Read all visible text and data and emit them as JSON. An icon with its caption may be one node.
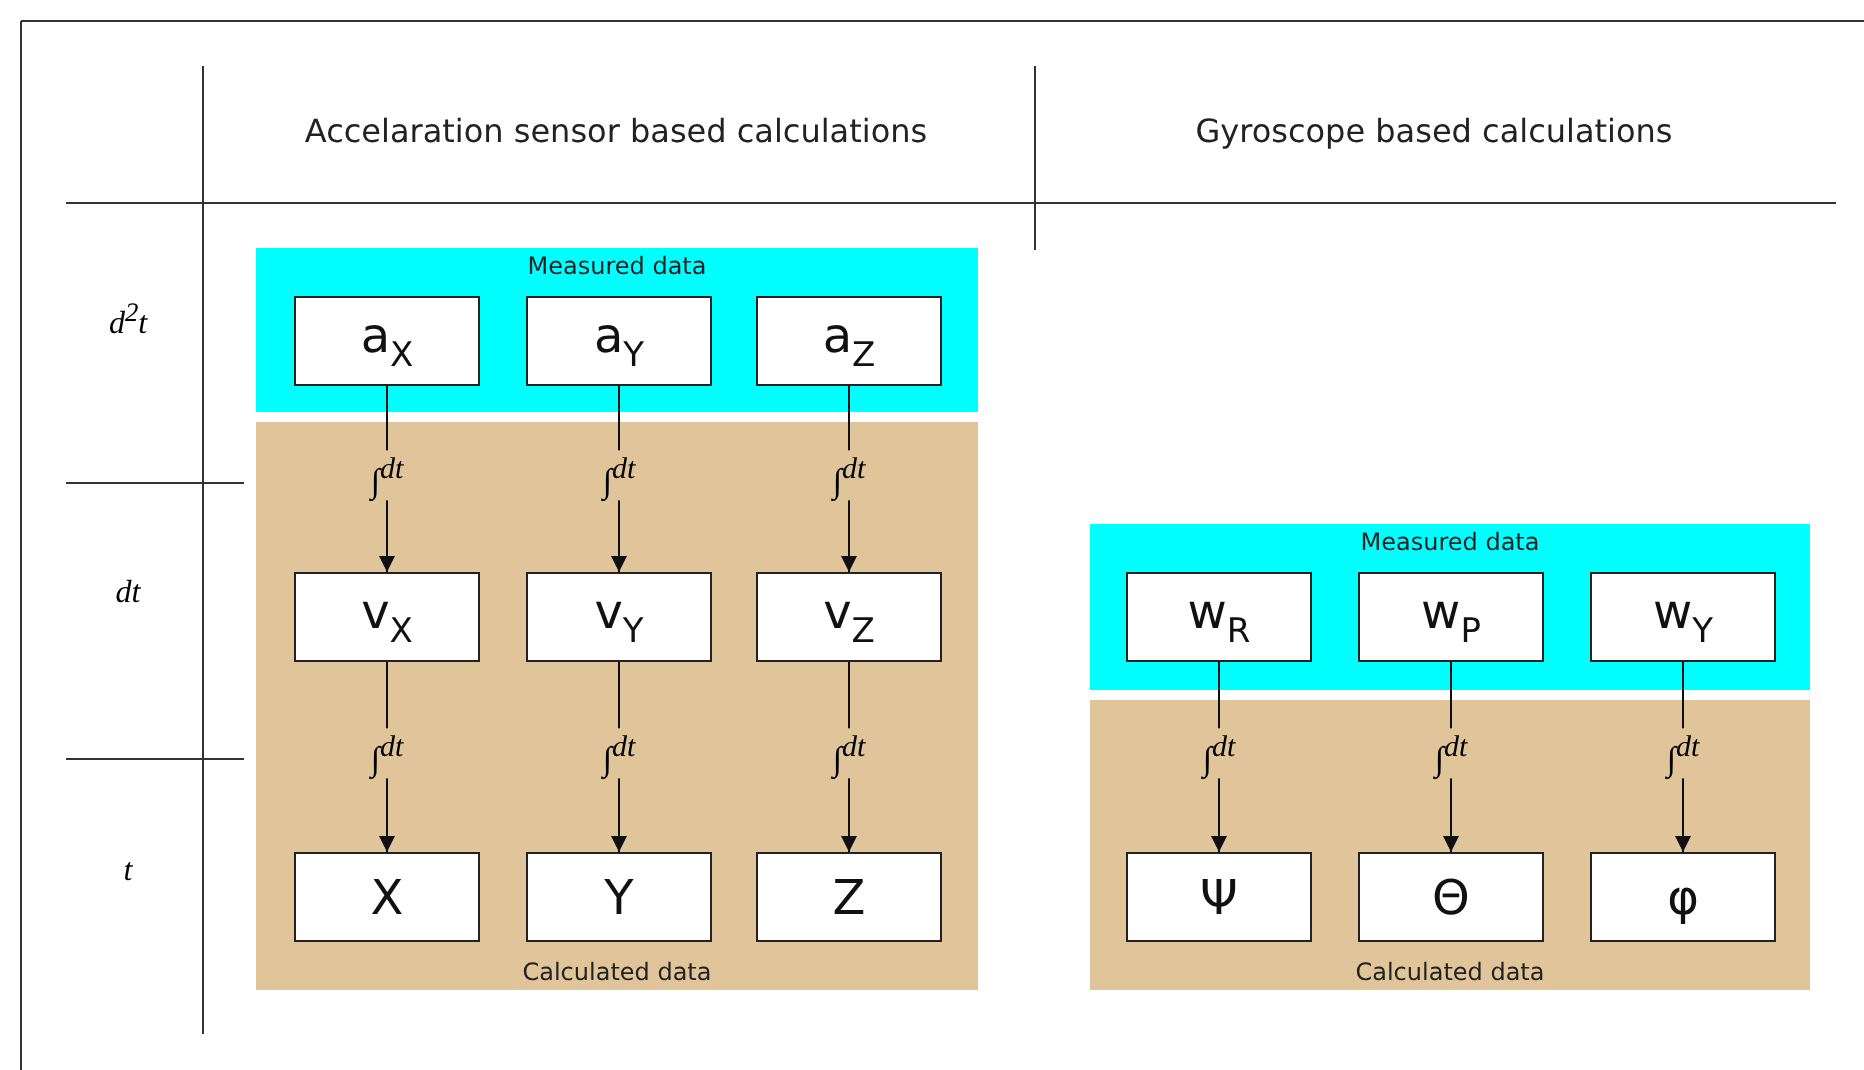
{
  "diagram": {
    "nodes": [
      {
        "text": [
          "Measured data"
        ]
      },
      {
        "text": [
          "Calculated data"
        ]
      },
      {
        "text": [
          "a$_{X}$"
        ],
        "in": 0
      },
      {
        "text": [
          "a$_{Y}$"
        ],
        "in": 0
      },
      {
        "text": [
          "a$_{Z}$"
        ],
        "in": 0
      },
      {
        "text": [
          "v$_{X}$"
        ],
        "in": 1
      },
      {
        "text": [
          "v$_{Y}$"
        ],
        "in": 1
      },
      {
        "text": [
          "v$_{Z}$"
        ],
        "in": 1
      },
      {
        "text": [
          "X"
        ],
        "in": 1
      },
      {
        "text": [
          "Y"
        ],
        "in": 1
      },
      {
        "text": [
          "Z"
        ],
        "in": 1
      },
      {
        "text": [
          "Measured data"
        ]
      },
      {
        "text": [
          "Calculated data"
        ]
      },
      {
        "text": [
          "w$_{R}$"
        ],
        "in": 11
      },
      {
        "text": [
          "w$_{P}$"
        ],
        "in": 11
      },
      {
        "text": [
          "w$_{Y}$"
        ],
        "in": 11
      },
      {
        "text": [
          "Ψ"
        ],
        "in": 12
      },
      {
        "text": [
          "Θ"
        ],
        "in": 12
      },
      {
        "text": [
          "φ"
        ],
        "in": 12
      }
    ],
    "edges": [
      {
        "from": 2,
        "to": 5,
        "arrow": "to",
        "label": "∫$^{dt}$"
      },
      {
        "from": 3,
        "to": 6,
        "arrow": "to",
        "label": "∫$^{dt}$"
      },
      {
        "from": 4,
        "to": 7,
        "arrow": "to",
        "label": "∫$^{dt}$"
      },
      {
        "from": 5,
        "to": 8,
        "arrow": "to",
        "label": "∫$^{dt}$"
      },
      {
        "from": 6,
        "to": 9,
        "arrow": "to",
        "label": "∫$^{dt}$"
      },
      {
        "from": 7,
        "to": 10,
        "arrow": "to",
        "label": "∫$^{dt}$"
      },
      {
        "from": 13,
        "to": 16,
        "arrow": "to",
        "label": "∫$^{dt}$"
      },
      {
        "from": 14,
        "to": 17,
        "arrow": "to",
        "label": "∫$^{dt}$"
      },
      {
        "from": 15,
        "to": 18,
        "arrow": "to",
        "label": "∫$^{dt}$"
      }
    ],
    "labels": [
      "Accelaration sensor based calculations",
      "Gyroscope based calculations",
      "d$^{2}$t",
      "dt",
      "t"
    ]
  }
}
